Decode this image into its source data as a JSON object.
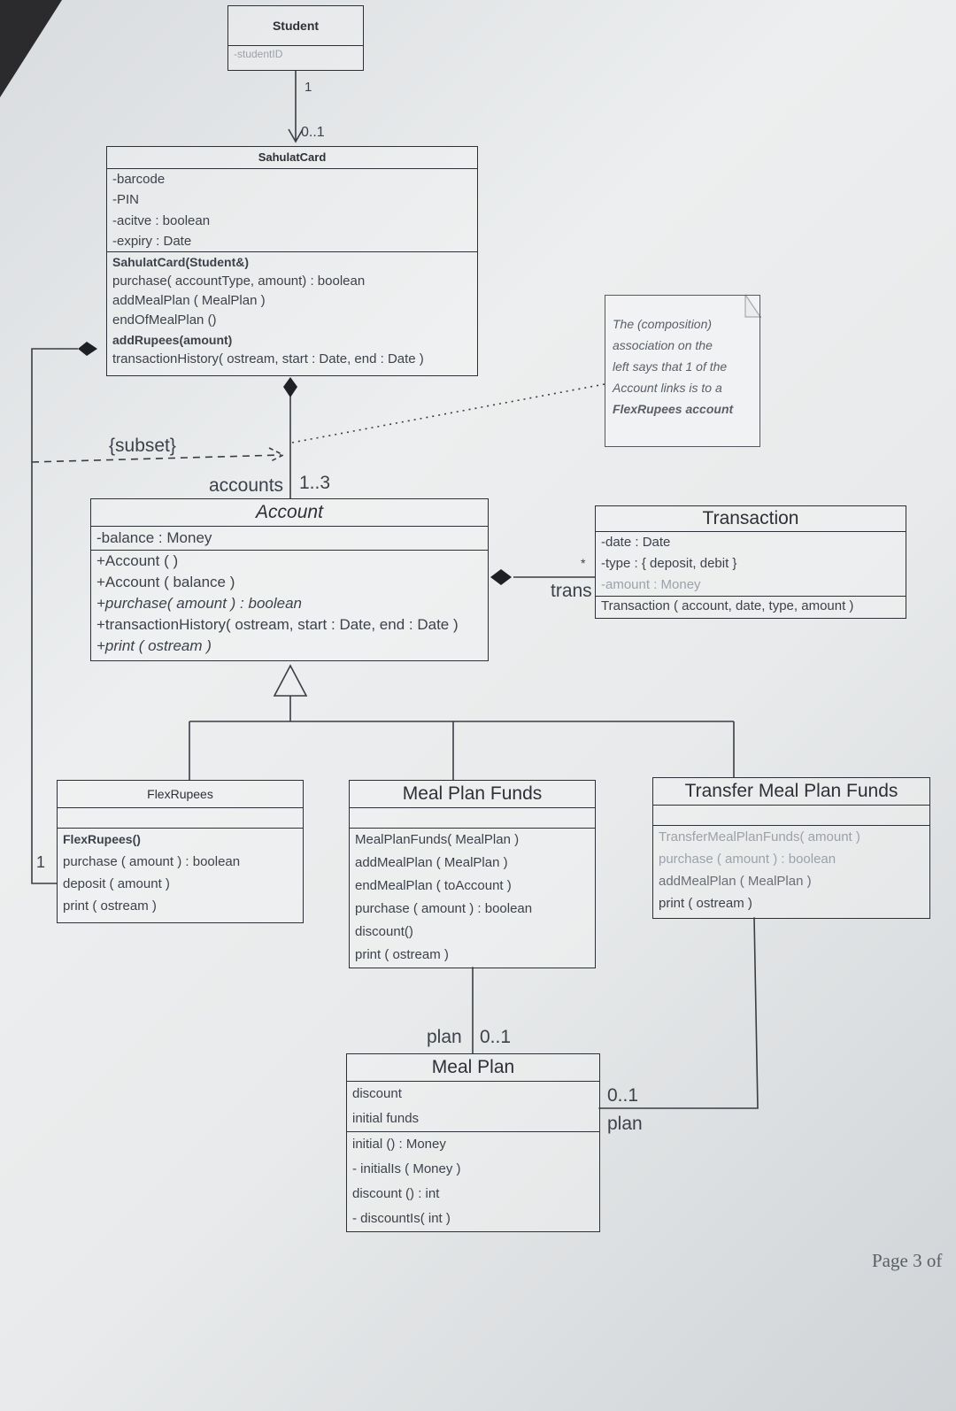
{
  "student": {
    "name": "Student",
    "attributes": [
      "-studentID"
    ]
  },
  "sahulat_card": {
    "name": "SahulatCard",
    "attributes": [
      "-barcode",
      "-PIN",
      "-acitve : boolean",
      "-expiry : Date"
    ],
    "operations": [
      "SahulatCard(Student&)",
      "purchase( accountType, amount) : boolean",
      "addMealPlan ( MealPlan )",
      "endOfMealPlan ()",
      "addRupees(amount)",
      "transactionHistory( ostream, start : Date, end : Date )"
    ]
  },
  "note": {
    "lines": [
      "The (composition)",
      "association on the",
      "left says that 1 of the",
      "Account links is to a",
      "FlexRupees account"
    ]
  },
  "account": {
    "name": "Account",
    "attributes": [
      "-balance : Money"
    ],
    "operations": [
      "+Account ( )",
      "+Account ( balance )",
      "+purchase( amount ) : boolean",
      "+transactionHistory( ostream, start : Date, end : Date )",
      "+print ( ostream )"
    ]
  },
  "transaction": {
    "name": "Transaction",
    "attributes": [
      "-date : Date",
      "-type : { deposit, debit }",
      "-amount : Money"
    ],
    "operations": [
      "Transaction ( account, date, type, amount )"
    ]
  },
  "flex_rupees": {
    "name": "FlexRupees",
    "operations": [
      "FlexRupees()",
      "purchase ( amount ) : boolean",
      "deposit ( amount )",
      "print ( ostream )"
    ]
  },
  "meal_plan_funds": {
    "name": "Meal Plan Funds",
    "operations": [
      "MealPlanFunds( MealPlan )",
      "addMealPlan ( MealPlan )",
      "endMealPlan ( toAccount )",
      "purchase ( amount ) : boolean",
      "discount()",
      "print ( ostream )"
    ]
  },
  "transfer_meal_plan_funds": {
    "name": "Transfer Meal Plan Funds",
    "operations": [
      "TransferMealPlanFunds( amount )",
      "purchase ( amount ) : boolean",
      "addMealPlan ( MealPlan )",
      "print ( ostream )"
    ]
  },
  "meal_plan": {
    "name": "Meal Plan",
    "attributes": [
      "discount",
      "initial funds"
    ],
    "operations": [
      "initial () : Money",
      "- initialIs ( Money )",
      "discount () : int",
      "- discountIs( int )"
    ]
  },
  "labels": {
    "student_mult": "1",
    "card_mult": "0..1",
    "subset": "{subset}",
    "accounts_role": "accounts",
    "accounts_mult": "1..3",
    "trans_role": "trans",
    "trans_mult": "*",
    "flex_mult": "1",
    "plan_role": "plan",
    "plan_mult": "0..1",
    "plan_role2": "plan",
    "plan_mult2": "0..1",
    "page": "Page 3 of"
  }
}
